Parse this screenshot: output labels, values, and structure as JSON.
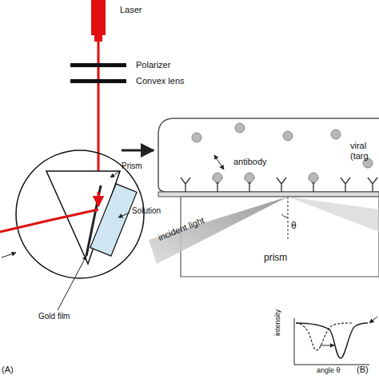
{
  "diagram": {
    "labels": [
      "Laser",
      "Polarizer",
      "Convex lens",
      "Prism",
      "Solution",
      "Gold film",
      "(A)",
      "viral (targ",
      "antibody",
      "incident light",
      "θ",
      "prism",
      "intensity",
      "angle θ",
      "(B)"
    ]
  }
}
